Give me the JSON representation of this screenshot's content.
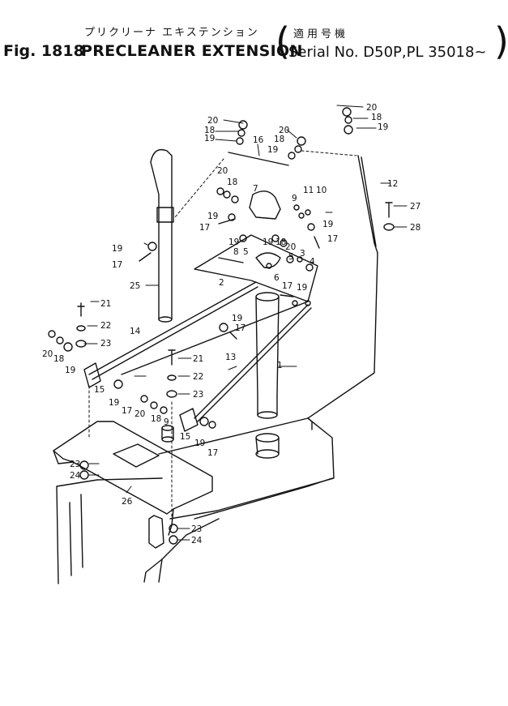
{
  "header": {
    "fig_number": "Fig. 1818",
    "title": "PRECLEANER EXTENSION",
    "title_jp": "プリクリーナ エキステンション",
    "serial_jp": "適用号機",
    "serial": "Serial No. D50P,PL 35018~"
  },
  "callouts": [
    "1",
    "2",
    "3",
    "4",
    "5",
    "5",
    "6",
    "7",
    "8",
    "9",
    "9",
    "10",
    "11",
    "12",
    "13",
    "14",
    "15",
    "15",
    "16",
    "17",
    "17",
    "17",
    "17",
    "17",
    "17",
    "17",
    "18",
    "18",
    "18",
    "18",
    "18",
    "18",
    "18",
    "19",
    "19",
    "19",
    "19",
    "19",
    "19",
    "19",
    "19",
    "19",
    "19",
    "19",
    "19",
    "19",
    "20",
    "20",
    "20",
    "20",
    "20",
    "20",
    "20",
    "21",
    "21",
    "22",
    "22",
    "23",
    "23",
    "23",
    "23",
    "24",
    "24",
    "25",
    "26",
    "27",
    "28"
  ]
}
